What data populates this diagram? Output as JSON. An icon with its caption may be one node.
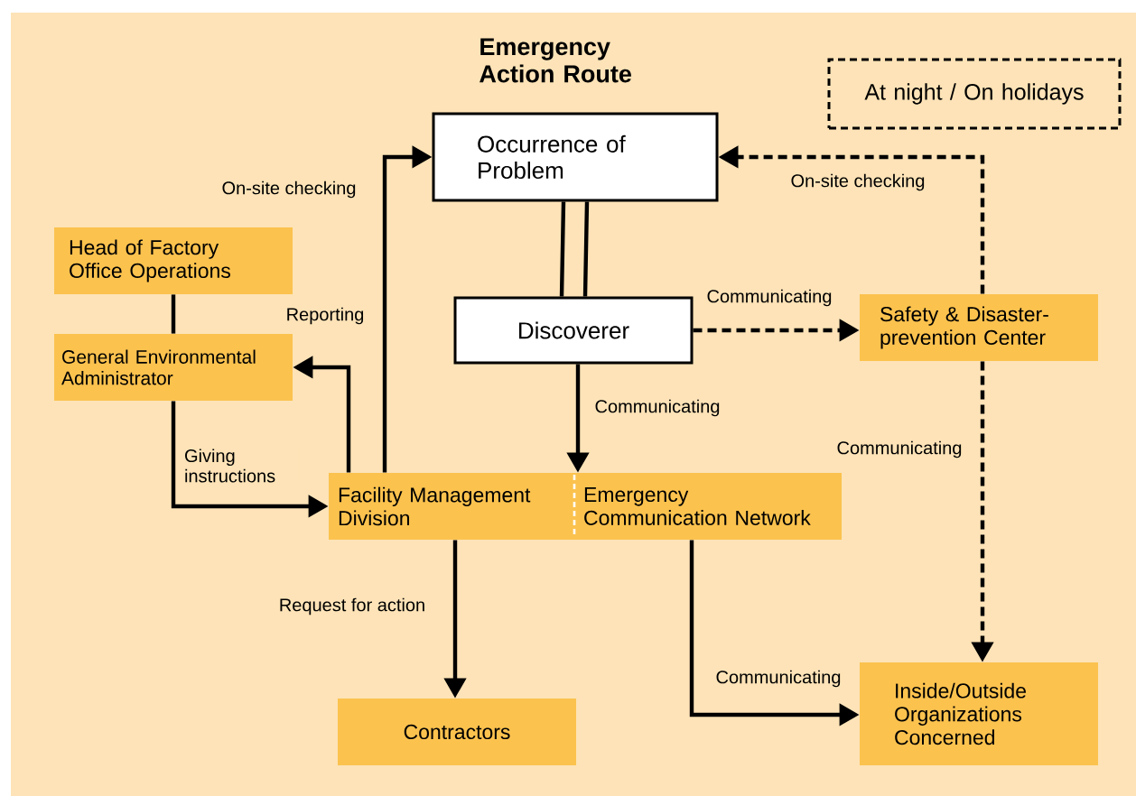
{
  "diagram": {
    "title": "Emergency Action Route",
    "nodes": [
      {
        "text": [
          "Occurrence of Problem"
        ]
      },
      {
        "text": [
          "Discoverer"
        ]
      },
      {
        "text": [
          "Head of Factory Office Operations"
        ]
      },
      {
        "text": [
          "General Environmental Administrator"
        ]
      },
      {
        "text": [
          "Facility Management Division"
        ]
      },
      {
        "text": [
          "Emergency Communication Network"
        ]
      },
      {
        "text": [
          "Safety & Disaster-prevention Center"
        ]
      },
      {
        "text": [
          "Contractors"
        ]
      },
      {
        "text": [
          "Inside/Outside Organizations Concerned"
        ]
      },
      {
        "text": [
          "At night / On holidays"
        ]
      }
    ],
    "edges": [
      {
        "from": 1,
        "to": 0,
        "arrow": "none"
      },
      {
        "from": 4,
        "to": 0,
        "arrow": "to",
        "label": "On-site checking"
      },
      {
        "from": 4,
        "to": 3,
        "arrow": "to",
        "label": "Reporting"
      },
      {
        "from": 2,
        "to": 3,
        "arrow": "none"
      },
      {
        "from": 3,
        "to": 4,
        "arrow": "to",
        "label": "Giving instructions"
      },
      {
        "from": 1,
        "to": 5,
        "arrow": "to",
        "label": "Communicating"
      },
      {
        "from": 1,
        "to": 6,
        "arrow": "to",
        "label": "Communicating",
        "style": "dashed"
      },
      {
        "from": 6,
        "to": 0,
        "arrow": "to",
        "label": "On-site checking",
        "style": "dashed"
      },
      {
        "from": 6,
        "to": 8,
        "arrow": "to",
        "label": "Communicating",
        "style": "dashed"
      },
      {
        "from": 4,
        "to": 7,
        "arrow": "to",
        "label": "Request for action"
      },
      {
        "from": 5,
        "to": 8,
        "arrow": "to",
        "label": "Communicating"
      }
    ]
  }
}
